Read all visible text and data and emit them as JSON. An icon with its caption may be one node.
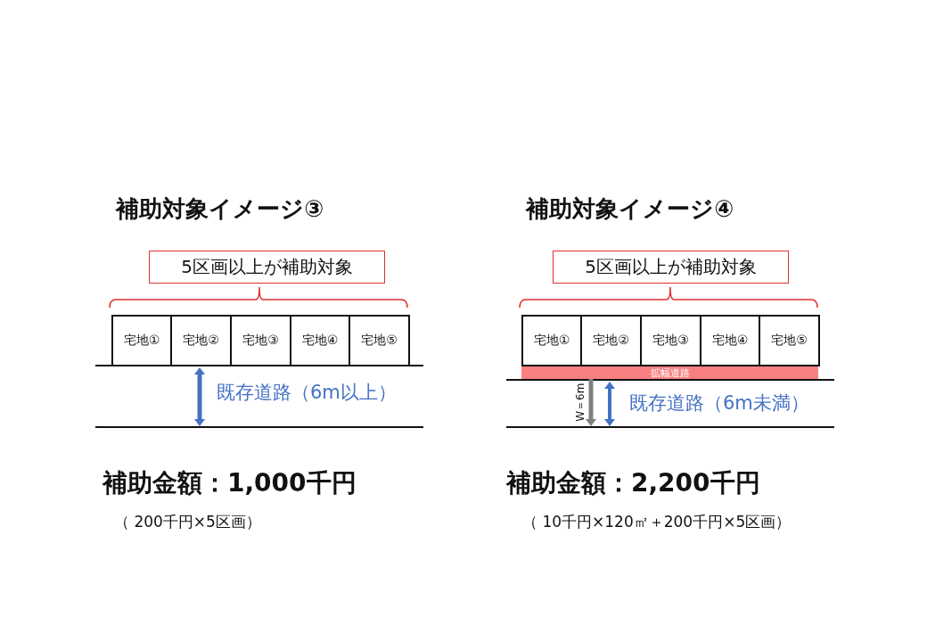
{
  "diagram": {
    "nodes": [
      {
        "text": [
          "5区画以上が補助対象"
        ]
      },
      {
        "text": [
          "宅地①"
        ]
      },
      {
        "text": [
          "宅地②"
        ]
      },
      {
        "text": [
          "宅地③"
        ]
      },
      {
        "text": [
          "宅地④"
        ]
      },
      {
        "text": [
          "宅地⑤"
        ]
      },
      {
        "text": [
          "5区画以上が補助対象"
        ]
      },
      {
        "text": [
          "宅地①"
        ]
      },
      {
        "text": [
          "宅地②"
        ]
      },
      {
        "text": [
          "宅地③"
        ]
      },
      {
        "text": [
          "宅地④"
        ]
      },
      {
        "text": [
          "宅地⑤"
        ]
      },
      {
        "text": [
          "拡幅道路"
        ]
      }
    ],
    "labels": [
      "補助対象イメージ③",
      "既存道路（6m以上）",
      "補助金額：1,000千円",
      "（ 200千円×5区画）",
      "補助対象イメージ④",
      "W＝6m",
      "既存道路（6m未満）",
      "補助金額：2,200千円",
      "（ 10千円×120㎡＋200千円×5区画）"
    ]
  }
}
